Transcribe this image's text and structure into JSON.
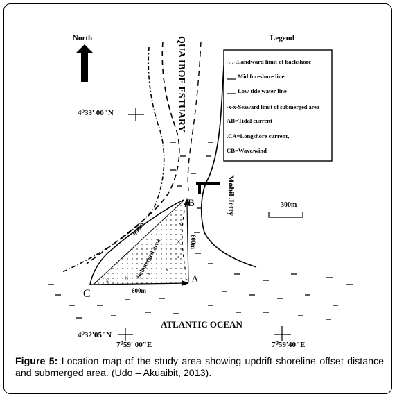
{
  "north_label": "North",
  "estuary_label": "QUA IBOE ESTUARY",
  "jetty_label": "Mobil Jetty",
  "ocean_label": "ATLANTIC OCEAN",
  "scale_label": "300m",
  "lat_top": "4⁰33' 00\"N",
  "lat_bottom": "4⁰32'05\"N",
  "lon_left": "7⁰59' 00\"E",
  "lon_right": "7⁰59'40\"E",
  "submerged_label": "Submerged area",
  "dist_600_vertical": "600m",
  "dist_600_horizontal": "600m",
  "dist_900": "900m",
  "point_a": "A",
  "point_b": "B",
  "point_c": "C",
  "legend": {
    "title": "Legend",
    "items": [
      "-.-.-.Landward limit of backshore",
      "Mid foreshore line",
      "Low tide water line",
      "-x-x-Seaward limit of submerged area",
      "AB=Tidal current",
      ".CA=Longshore current,",
      "CB=Wave/wind"
    ]
  },
  "caption": {
    "label": "Figure 5:",
    "text": " Location map of the study area showing updrift shoreline offset distance and submerged area. (Udo – Akuaibit, 2013)."
  }
}
